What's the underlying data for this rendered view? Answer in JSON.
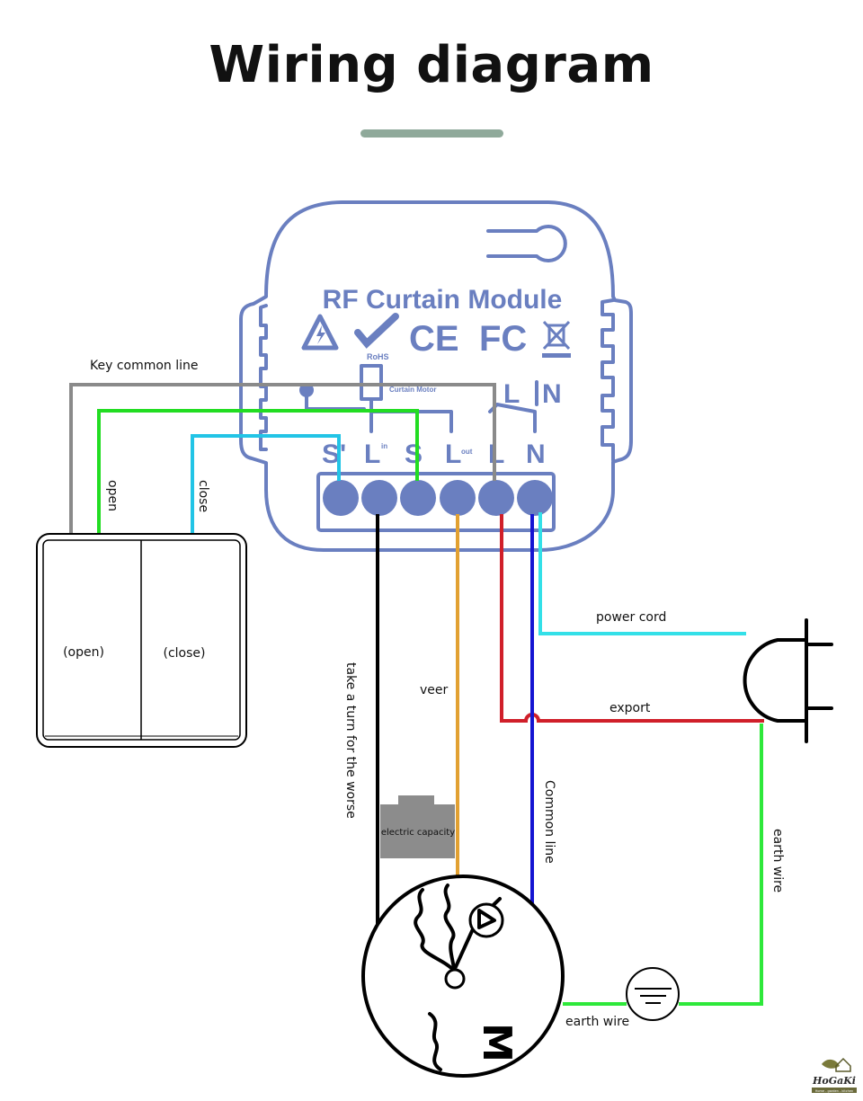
{
  "title": "Wiring diagram",
  "module": {
    "name": "RF Curtain Module",
    "certifications": [
      "warning",
      "RoHS",
      "CE",
      "FC",
      "WEEE"
    ],
    "inner_label": "Curtain Motor",
    "top_terminals": [
      "L",
      "N"
    ],
    "terminals": [
      "S'",
      "L",
      "S",
      "L",
      "L",
      "N"
    ],
    "terminal_subscripts": [
      "",
      "in",
      "",
      "out",
      "",
      ""
    ]
  },
  "switch": {
    "buttons": [
      {
        "label": "(open)"
      },
      {
        "label": "(close)"
      }
    ]
  },
  "wire_labels": {
    "key_common_line": "Key common line",
    "open": "open",
    "close": "close",
    "power_cord": "power cord",
    "export": "export",
    "take_a_turn": "take a turn for the worse",
    "veer": "veer",
    "common_line": "Common line",
    "earth_wire_right": "earth wire",
    "earth_wire_bottom": "earth wire"
  },
  "capacitor": {
    "label": "electric capacity"
  },
  "motor": {
    "symbol": "M"
  },
  "wire_colors": {
    "key_common": "#8a8a8a",
    "open": "#22dd22",
    "close": "#22c4e6",
    "power_cord": "#33e0e8",
    "export": "#d01f2a",
    "take_turn": "#000000",
    "veer": "#e2a132",
    "common": "#1414d2",
    "earth": "#2ee83a"
  },
  "logo": {
    "brand": "HoGaKi",
    "tagline": "Home - garden - kitchen"
  }
}
